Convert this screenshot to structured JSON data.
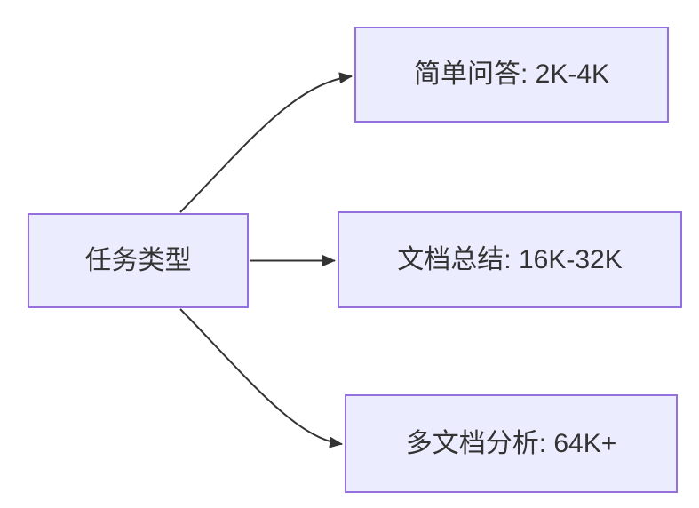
{
  "diagram": {
    "type": "flowchart-LR",
    "colors": {
      "node_fill": "#ECECFF",
      "node_border": "#9370DB",
      "edge": "#333333",
      "text": "#333333",
      "background": "#ffffff"
    },
    "nodes": [
      {
        "id": "task-type",
        "label": "任务类型"
      },
      {
        "id": "simple-qa",
        "label": "简单问答: 2K-4K"
      },
      {
        "id": "doc-summary",
        "label": "文档总结: 16K-32K"
      },
      {
        "id": "multidoc-analysis",
        "label": "多文档分析: 64K+"
      }
    ],
    "edges": [
      {
        "from": "task-type",
        "to": "simple-qa"
      },
      {
        "from": "task-type",
        "to": "doc-summary"
      },
      {
        "from": "task-type",
        "to": "multidoc-analysis"
      }
    ]
  }
}
